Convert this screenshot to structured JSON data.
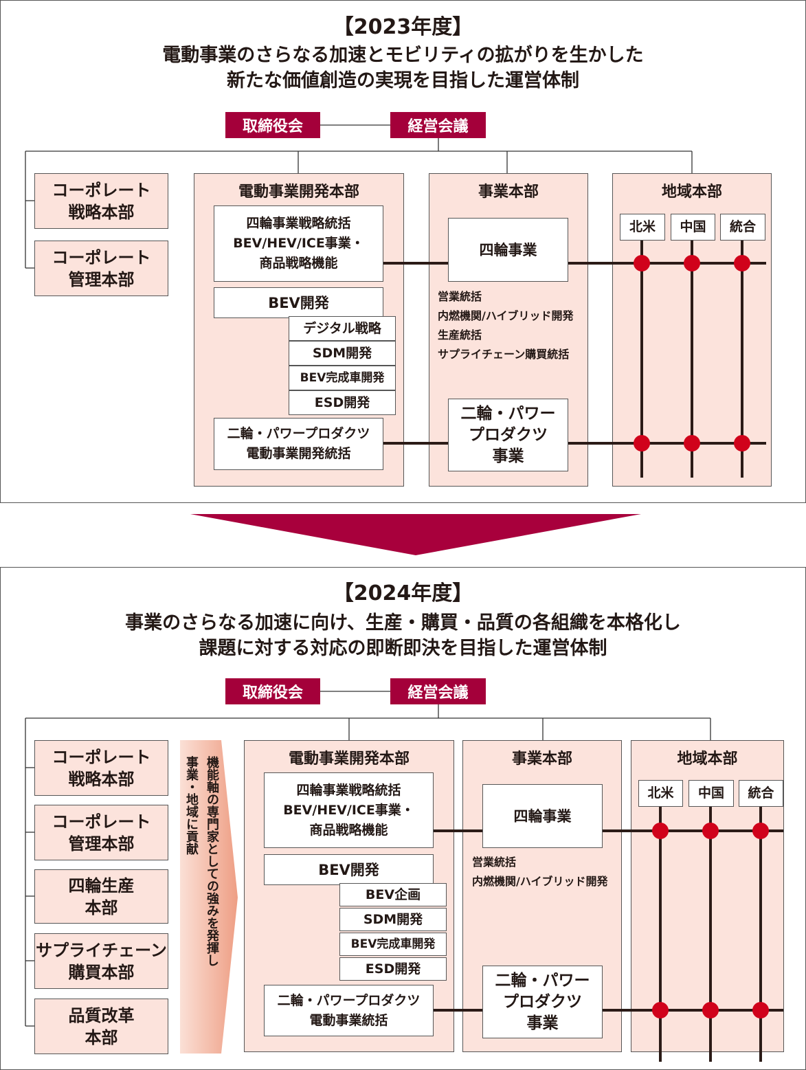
{
  "colors": {
    "header_bg": "#a4003a",
    "panel_bg": "#fce3dc",
    "node_dot": "#d0021b",
    "arrow": "#a8003c"
  },
  "before": {
    "title": "【2023年度】",
    "subtitle_lines": [
      "電動事業のさらなる加速とモビリティの拡がりを生かした",
      "新たな価値創造の実現を目指した運営体制"
    ],
    "board": "取締役会",
    "exec_council": "経営会議",
    "left_units": [
      "コーポレート\n戦略本部",
      "コーポレート\n管理本部"
    ],
    "ev_division": {
      "title": "電動事業開発本部",
      "strategy": "四輪事業戦略統括\nBEV/HEV/ICE事業・\n商品戦略機能",
      "bev_dev": "BEV開発",
      "bev_subunits": [
        "デジタル戦略",
        "SDM開発",
        "BEV完成車開発",
        "ESD開発"
      ],
      "motorcycle": "二輪・パワープロダクツ\n電動事業開発統括"
    },
    "business_division": {
      "title": "事業本部",
      "auto": "四輪事業",
      "functions": [
        "営業統括",
        "内燃機関/ハイブリッド開発",
        "生産統括",
        "サプライチェーン購買統括"
      ],
      "motorcycle": "二輪・パワー\nプロダクツ\n事業"
    },
    "regional_division": {
      "title": "地域本部",
      "regions": [
        "北米",
        "中国",
        "統合"
      ]
    }
  },
  "after": {
    "title": "【2024年度】",
    "subtitle_lines": [
      "事業のさらなる加速に向け、生産・購買・品質の各組織を本格化し",
      "課題に対する対応の即断即決を目指した運営体制"
    ],
    "board": "取締役会",
    "exec_council": "経営会議",
    "left_units": [
      "コーポレート\n戦略本部",
      "コーポレート\n管理本部",
      "四輪生産\n本部",
      "サプライチェーン\n購買本部",
      "品質改革\n本部"
    ],
    "banner_text": "機能軸の専門家としての強みを発揮し\n事業・地域に貢献",
    "ev_division": {
      "title": "電動事業開発本部",
      "strategy": "四輪事業戦略統括\nBEV/HEV/ICE事業・\n商品戦略機能",
      "bev_dev": "BEV開発",
      "bev_subunits": [
        "BEV企画",
        "SDM開発",
        "BEV完成車開発",
        "ESD開発"
      ],
      "motorcycle": "二輪・パワープロダクツ\n電動事業統括"
    },
    "business_division": {
      "title": "事業本部",
      "auto": "四輪事業",
      "functions": [
        "営業統括",
        "内燃機関/ハイブリッド開発"
      ],
      "motorcycle": "二輪・パワー\nプロダクツ\n事業"
    },
    "regional_division": {
      "title": "地域本部",
      "regions": [
        "北米",
        "中国",
        "統合"
      ]
    }
  }
}
